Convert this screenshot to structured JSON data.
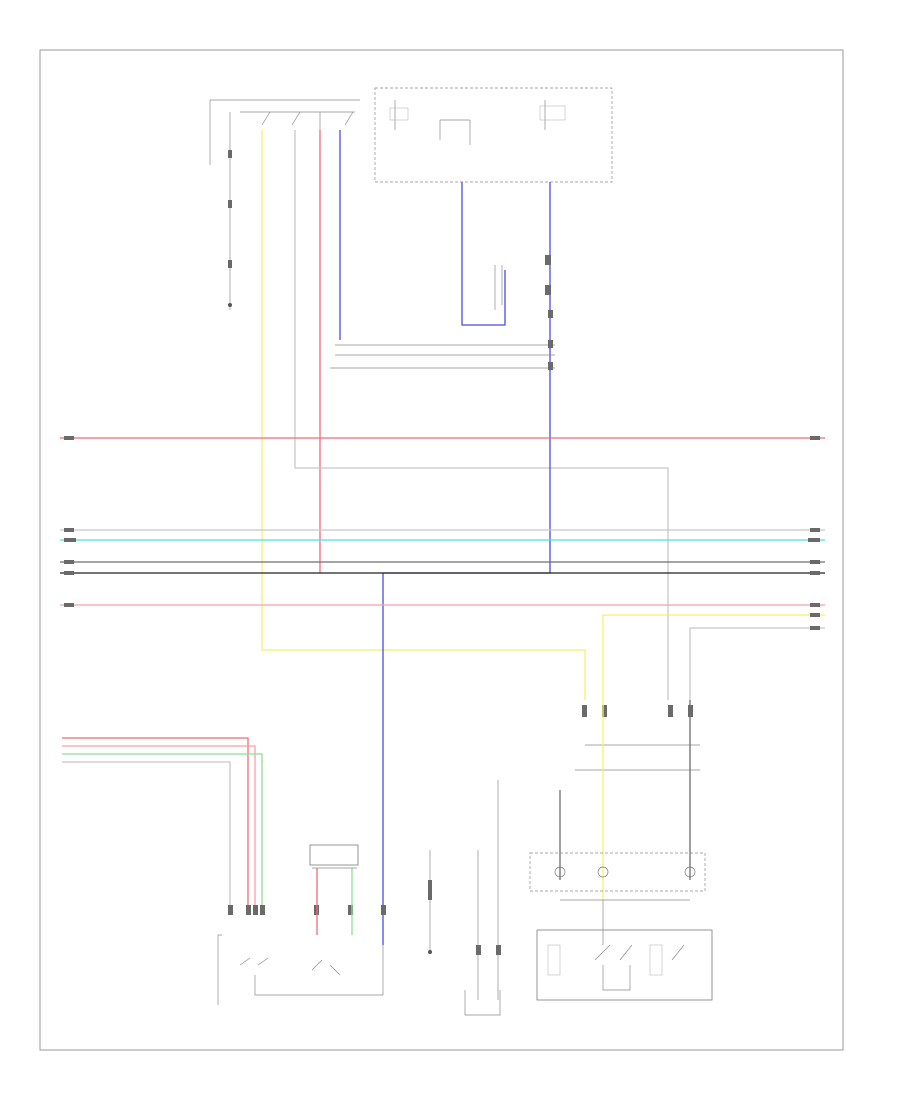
{
  "colors": {
    "red": "#f26b78",
    "yellow": "#f4f06a",
    "blue": "#4a4ae6",
    "cyan": "#44e2e6",
    "gray": "#6e6e6e",
    "lightgray": "#c8c8c8",
    "green": "#8fe08f",
    "pink": "#f4a0a8",
    "black": "#202020"
  },
  "labels": {
    "top_switch_assembly": "",
    "spiral_cable_box": "",
    "steering_pad_assembly": "",
    "ground_point_1": "",
    "ground_point_2": "",
    "left_connector": "",
    "lower_middle_connector": "",
    "footer_code": ""
  },
  "bus_lines": [
    {
      "name": "bus-red-1",
      "color": "red"
    },
    {
      "name": "bus-gray-1",
      "color": "lightgray"
    },
    {
      "name": "bus-cyan",
      "color": "cyan"
    },
    {
      "name": "bus-black",
      "color": "black"
    },
    {
      "name": "bus-red-2",
      "color": "red"
    }
  ]
}
